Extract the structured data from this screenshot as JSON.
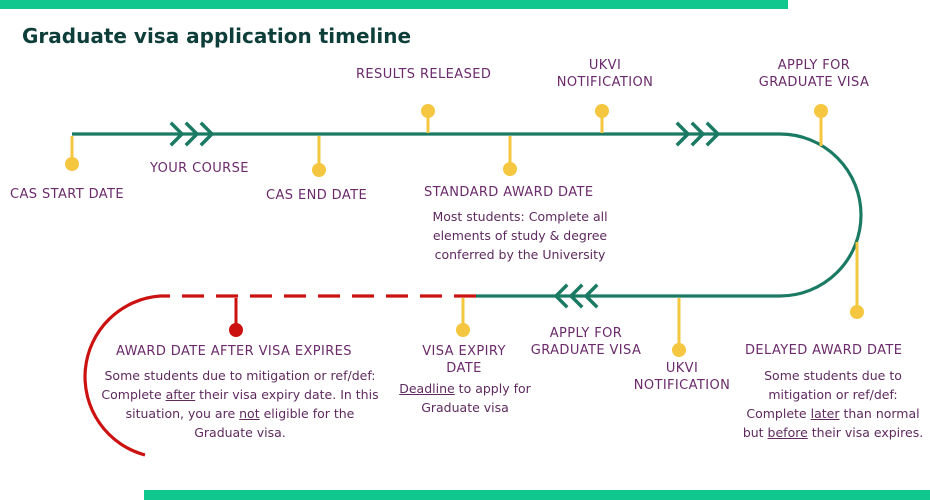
{
  "title": "Graduate visa application timeline",
  "colors": {
    "accent_bar": "#10c88e",
    "timeline": "#1a7a63",
    "marker": "#f5c63f",
    "warning": "#cc1111",
    "label": "#6b2a6b",
    "title": "#0e3e3a"
  },
  "labels": {
    "cas_start": "CAS START DATE",
    "your_course": "YOUR COURSE",
    "cas_end": "CAS END DATE",
    "results_released": "RESULTS RELEASED",
    "ukvi_notification_top": [
      "UKVI",
      "NOTIFICATION"
    ],
    "apply_graduate_top": [
      "APPLY FOR",
      "GRADUATE VISA"
    ],
    "standard_award": "STANDARD AWARD DATE",
    "delayed_award": "DELAYED AWARD DATE",
    "ukvi_notification_bottom": [
      "UKVI",
      "NOTIFICATION"
    ],
    "apply_graduate_bottom": [
      "APPLY FOR",
      "GRADUATE VISA"
    ],
    "visa_expiry": [
      "VISA EXPIRY",
      "DATE"
    ],
    "award_after_expiry": "AWARD DATE AFTER VISA EXPIRES"
  },
  "descriptions": {
    "standard_award": [
      "Most students: Complete all",
      "elements of study & degree",
      "conferred by the University"
    ],
    "delayed_award": {
      "line1": "Some students due to",
      "line2": "mitigation or ref/def:",
      "line3_pre": "Complete ",
      "line3_u": "later",
      "line3_post": " than normal",
      "line4_pre": "but ",
      "line4_u": "before",
      "line4_post": " their visa expires."
    },
    "visa_expiry": {
      "u": "Deadline",
      "rest": " to apply for",
      "line2": "Graduate visa"
    },
    "award_after_expiry": {
      "line1": "Some students due to mitigation or ref/def:",
      "line2_pre": "Complete ",
      "line2_u": "after",
      "line2_post": " their visa expiry date. In this",
      "line3_pre": "situation, you are ",
      "line3_u": "not",
      "line3_post": " eligible for the",
      "line4": "Graduate visa."
    }
  }
}
